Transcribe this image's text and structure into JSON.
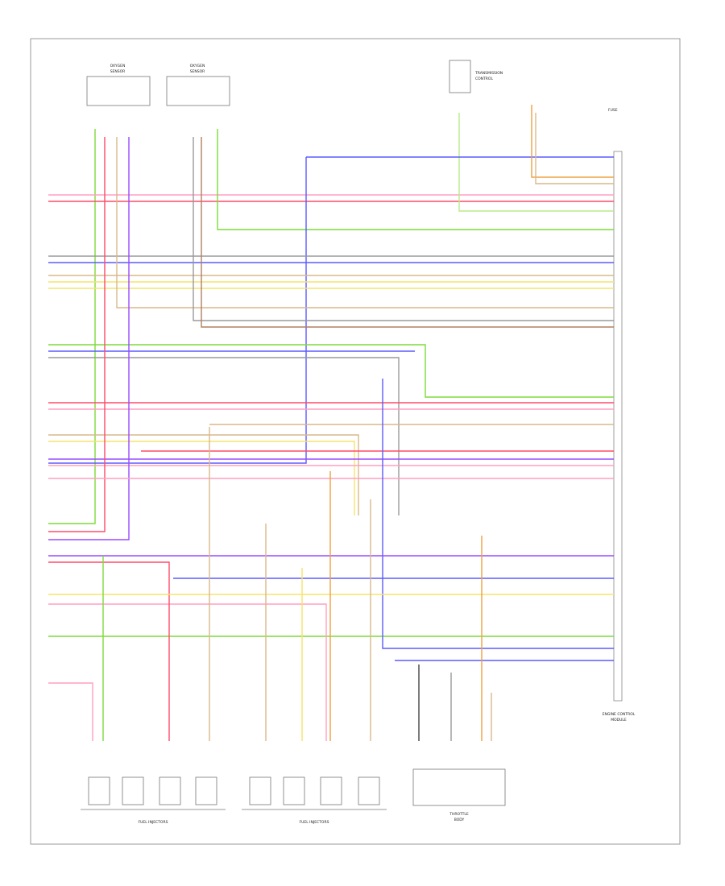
{
  "diagram": {
    "footer_code": "",
    "groups": {
      "fuel_injectors_left": "FUEL INJECTORS",
      "fuel_injectors_right": "FUEL INJECTORS"
    },
    "components": {
      "ecm": [
        "ENGINE CONTROL",
        "MODULE"
      ],
      "throttle_body": [
        "THROTTLE",
        "BODY"
      ],
      "transmission": [
        "TRANSMISSION",
        "CONTROL"
      ],
      "o2_sensor_left": [
        "OXYGEN",
        "SENSOR"
      ],
      "o2_sensor_right": [
        "OXYGEN",
        "SENSOR"
      ],
      "fuse_link": [
        "FUSE"
      ]
    },
    "notes": {
      "start_1": "",
      "start_2": ""
    },
    "colors": {
      "green": "#7ddc3a",
      "light_green": "#b8ec8a",
      "red": "#ff4b6a",
      "pink": "#ff9fc0",
      "blue": "#5b5bff",
      "violet": "#9a4bff",
      "orange": "#f0a040",
      "tan": "#d9b98a",
      "yellow": "#f5e36b",
      "gray": "#9a9a9a",
      "brown": "#b08060",
      "black": "#444444"
    }
  }
}
